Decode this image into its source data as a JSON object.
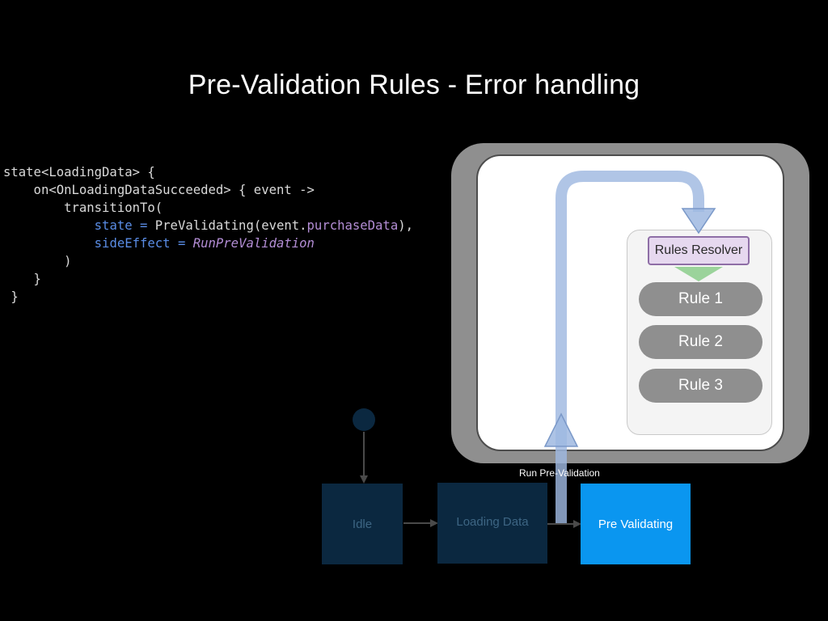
{
  "slide": {
    "title": "Pre-Validation Rules - Error handling"
  },
  "code": {
    "l1": "state<LoadingData> {",
    "l2": "    on<OnLoadingDataSucceeded> { event ->",
    "l3": "        transitionTo(",
    "l4_kw1": "state =",
    "l4_call": " PreValidating(event.",
    "l4_prop": "purchaseData",
    "l4_end": "),",
    "l5_kw": "sideEffect =",
    "l5_val": "RunPreValidation",
    "l6": "        )",
    "l7": "    }",
    "l8": " }"
  },
  "rules_panel": {
    "resolver_label": "Rules Resolver",
    "rules": [
      "Rule 1",
      "Rule 2",
      "Rule 3"
    ]
  },
  "state_machine": {
    "states": [
      "Idle",
      "Loading Data",
      "Pre Validating"
    ],
    "active_state": "Pre Validating",
    "transition_label": "Run Pre-Validation"
  },
  "colors": {
    "background": "#000000",
    "active_state": "#0a96f0",
    "inactive_state": "#0b2840",
    "flow_arrow": "#9fb8e0",
    "resolver_fill": "#e6d8ef",
    "resolver_border": "#8e6ea6",
    "resolver_arrow": "#9bd39b",
    "rule_pill": "#8f8f8f"
  }
}
